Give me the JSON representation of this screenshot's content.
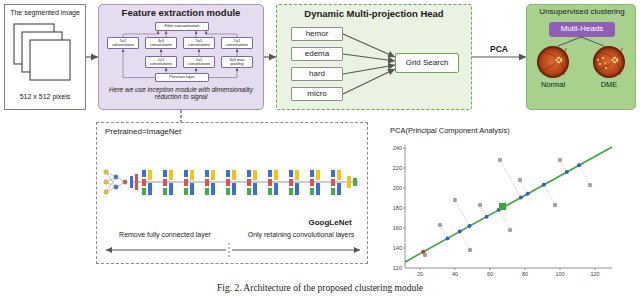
{
  "diagram": {
    "caption": "Fig. 2. Architecture of the proposed clustering module",
    "nodes": [
      {
        "text": [
          "The segmented image",
          "512 x 512 pixels"
        ]
      },
      {
        "text": [
          "Feature extraction module",
          "Here we use inception module with dimensionality reduction to signal"
        ]
      },
      {
        "text": [
          "Filter concatenation"
        ],
        "in": 1
      },
      {
        "text": [
          "1x1 convolutions"
        ],
        "in": 1
      },
      {
        "text": [
          "3x3 convolutions"
        ],
        "in": 1
      },
      {
        "text": [
          "5x5 convolutions"
        ],
        "in": 1
      },
      {
        "text": [
          "1x1 convolutions"
        ],
        "in": 1
      },
      {
        "text": [
          "1x1 convolutions"
        ],
        "in": 1
      },
      {
        "text": [
          "1x1 convolutions"
        ],
        "in": 1
      },
      {
        "text": [
          "3x3 max pooling"
        ],
        "in": 1
      },
      {
        "text": [
          "Previous layer"
        ],
        "in": 1
      },
      {
        "text": [
          "Dynamic Multi-projection Head"
        ]
      },
      {
        "text": [
          "hemor"
        ],
        "in": 11
      },
      {
        "text": [
          "edema"
        ],
        "in": 11
      },
      {
        "text": [
          "hard"
        ],
        "in": 11
      },
      {
        "text": [
          "micro"
        ],
        "in": 11
      },
      {
        "text": [
          "Grid Search"
        ],
        "in": 11
      },
      {
        "text": [
          "Unsupervised clustering"
        ]
      },
      {
        "text": [
          "Mutil-Heads"
        ],
        "in": 17
      },
      {
        "text": [
          "Pretrained=ImageNet",
          "GoogLeNet",
          "Remove fully connected layer",
          "Only retaining convolutional layers"
        ]
      }
    ],
    "edges": [
      {
        "from": 0,
        "to": 1,
        "arrow": "to"
      },
      {
        "from": 1,
        "to": 11,
        "arrow": "to"
      },
      {
        "from": 11,
        "to": 17,
        "label": "PCA",
        "arrow": "to"
      },
      {
        "from": 12,
        "to": 16,
        "arrow": "to"
      },
      {
        "from": 13,
        "to": 16,
        "arrow": "to"
      },
      {
        "from": 14,
        "to": 16,
        "arrow": "to"
      },
      {
        "from": 15,
        "to": 16,
        "arrow": "to"
      },
      {
        "from": 10,
        "to": 3,
        "arrow": "to"
      },
      {
        "from": 10,
        "to": 7,
        "arrow": "to"
      },
      {
        "from": 10,
        "to": 8,
        "arrow": "to"
      },
      {
        "from": 10,
        "to": 9,
        "arrow": "to"
      },
      {
        "from": 7,
        "to": 4,
        "arrow": "to"
      },
      {
        "from": 8,
        "to": 5,
        "arrow": "to"
      },
      {
        "from": 9,
        "to": 6,
        "arrow": "to"
      },
      {
        "from": 3,
        "to": 2,
        "arrow": "to"
      },
      {
        "from": 4,
        "to": 2,
        "arrow": "to"
      },
      {
        "from": 5,
        "to": 2,
        "arrow": "to"
      },
      {
        "from": 6,
        "to": 2,
        "arrow": "to"
      },
      {
        "from": 1,
        "to": 19,
        "arrow": "none"
      }
    ],
    "labels": [
      "Normal",
      "DME",
      "PCA(Principal Component Analysis)",
      "240",
      "220",
      "200",
      "180",
      "160",
      "140",
      "120",
      "20",
      "40",
      "60",
      "80",
      "100",
      "120"
    ]
  }
}
